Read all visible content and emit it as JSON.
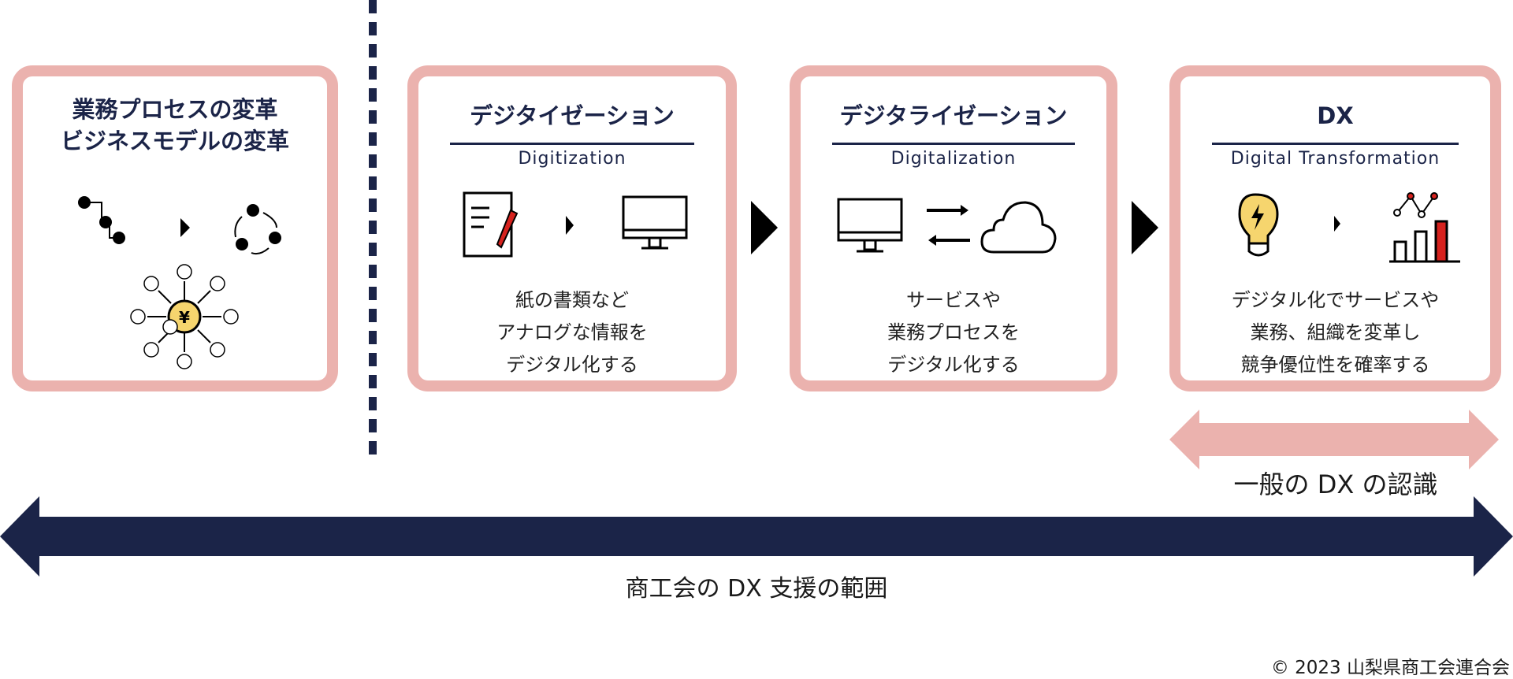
{
  "boxes": [
    {
      "title_line1": "業務プロセスの変革",
      "title_line2": "ビジネスモデルの変革"
    },
    {
      "title": "デジタイゼーション",
      "subtitle": "Digitization",
      "body": [
        "紙の書類など",
        "アナログな情報を",
        "デジタル化する"
      ]
    },
    {
      "title": "デジタライゼーション",
      "subtitle": "Digitalization",
      "body": [
        "サービスや",
        "業務プロセスを",
        "デジタル化する"
      ]
    },
    {
      "title": "DX",
      "subtitle": "Digital Transformation",
      "body": [
        "デジタル化でサービスや",
        "業務、組織を変革し",
        "競争優位性を確率する"
      ]
    }
  ],
  "general_dx_label": "一般の DX の認識",
  "support_scope_label": "商工会の DX 支援の範囲",
  "copyright": "© 2023 山梨県商工会連合会",
  "colors": {
    "pink": "#ebb2ae",
    "navy": "#1b2448",
    "red": "#d6221e",
    "yellow": "#f6d56e"
  }
}
